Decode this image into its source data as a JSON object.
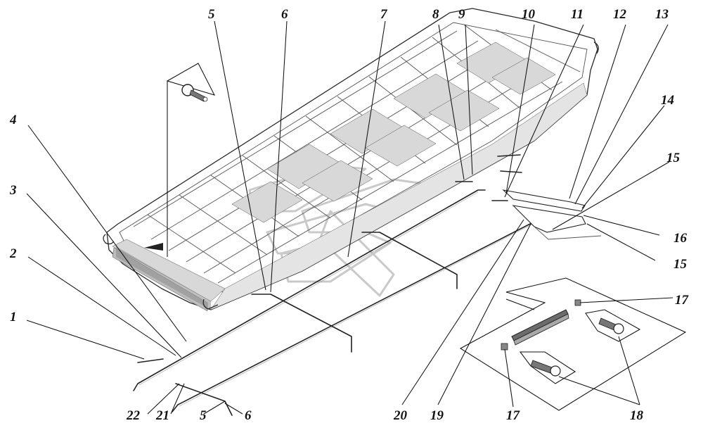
{
  "diagram": {
    "callouts": [
      {
        "id": "c1",
        "label": "1"
      },
      {
        "id": "c2",
        "label": "2"
      },
      {
        "id": "c3",
        "label": "3"
      },
      {
        "id": "c4",
        "label": "4"
      },
      {
        "id": "c5",
        "label": "5"
      },
      {
        "id": "c6",
        "label": "6"
      },
      {
        "id": "c7",
        "label": "7"
      },
      {
        "id": "c8",
        "label": "8"
      },
      {
        "id": "c9",
        "label": "9"
      },
      {
        "id": "c10",
        "label": "10"
      },
      {
        "id": "c11",
        "label": "11"
      },
      {
        "id": "c12",
        "label": "12"
      },
      {
        "id": "c13",
        "label": "13"
      },
      {
        "id": "c14",
        "label": "14"
      },
      {
        "id": "c15a",
        "label": "15"
      },
      {
        "id": "c16",
        "label": "16"
      },
      {
        "id": "c15b",
        "label": "15"
      },
      {
        "id": "c17a",
        "label": "17"
      },
      {
        "id": "c18",
        "label": "18"
      },
      {
        "id": "c17b",
        "label": "17"
      },
      {
        "id": "c19",
        "label": "19"
      },
      {
        "id": "c20",
        "label": "20"
      },
      {
        "id": "c6b",
        "label": "6"
      },
      {
        "id": "c5b",
        "label": "5"
      },
      {
        "id": "c21",
        "label": "21"
      },
      {
        "id": "c22",
        "label": "22"
      }
    ],
    "colors": {
      "line": "#222222",
      "panel": "#d8d8d8",
      "watermark": "#c9c9c9"
    }
  }
}
